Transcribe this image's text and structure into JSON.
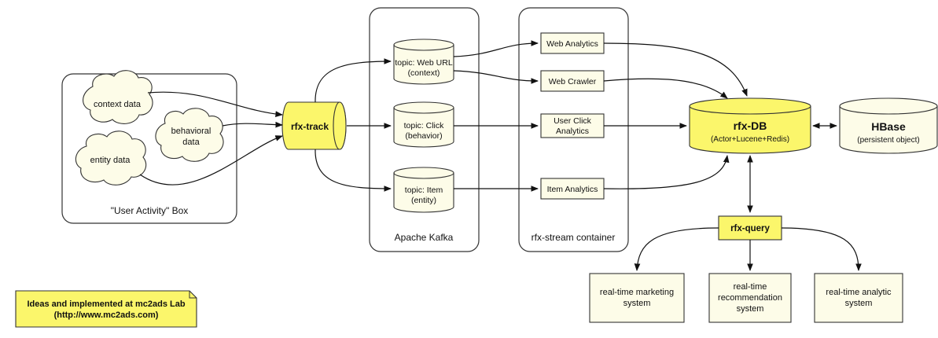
{
  "containers": {
    "user_activity": "\"User Activity\" Box",
    "kafka": "Apache Kafka",
    "stream": "rfx-stream container"
  },
  "clouds": {
    "context": "context data",
    "behavioral_1": "behavioral",
    "behavioral_2": "data",
    "entity": "entity data"
  },
  "rfx_track": "rfx-track",
  "topics": {
    "web_url_1": "topic: Web URL",
    "web_url_2": "(context)",
    "click_1": "topic: Click",
    "click_2": "(behavior)",
    "item_1": "topic: Item",
    "item_2": "(entity)"
  },
  "stream_nodes": {
    "web_analytics": "Web Analytics",
    "web_crawler": "Web Crawler",
    "user_click_1": "User Click",
    "user_click_2": "Analytics",
    "item_analytics": "Item Analytics"
  },
  "rfx_db": {
    "title": "rfx-DB",
    "subtitle": "(Actor+Lucene+Redis)"
  },
  "hbase": {
    "title": "HBase",
    "subtitle": "(persistent object)"
  },
  "rfx_query": "rfx-query",
  "outputs": {
    "marketing_1": "real-time marketing",
    "marketing_2": "system",
    "recommendation_1": "real-time",
    "recommendation_2": "recommendation",
    "recommendation_3": "system",
    "analytic_1": "real-time analytic",
    "analytic_2": "system"
  },
  "note": {
    "line1": "Ideas and implemented at mc2ads Lab",
    "line2": "(http://www.mc2ads.com)"
  }
}
